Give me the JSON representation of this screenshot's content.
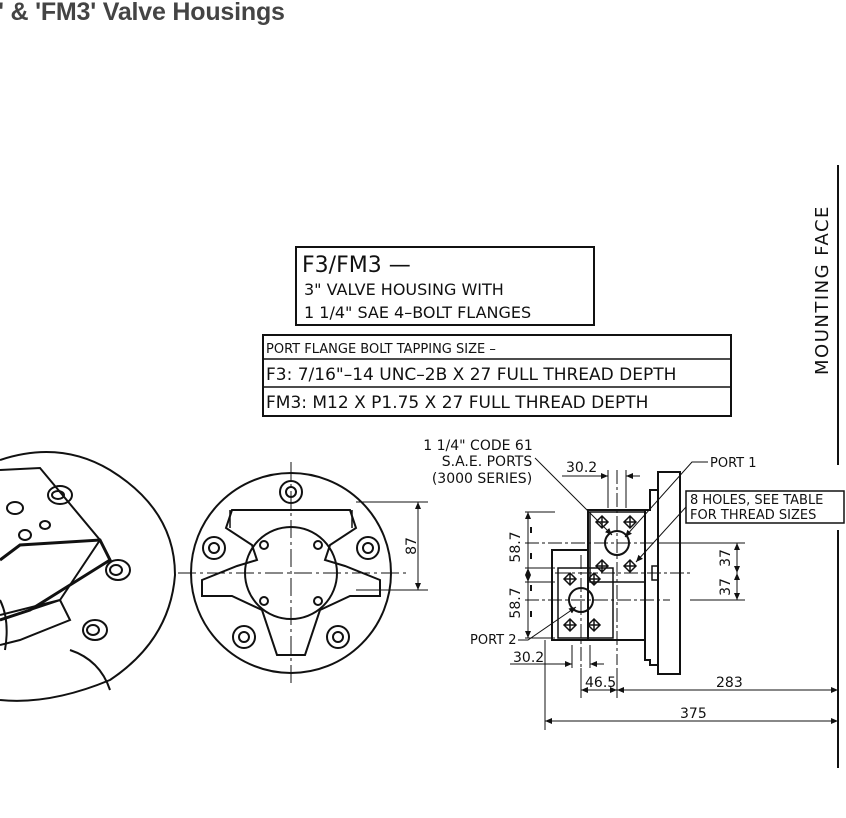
{
  "page": {
    "title": "' & 'FM3' Valve Housings"
  },
  "title_box": {
    "line1": "F3/FM3 —",
    "line2": "3\" VALVE HOUSING WITH",
    "line3": "1 1/4\" SAE 4–BOLT FLANGES"
  },
  "tapping_table": {
    "header": "PORT FLANGE BOLT TAPPING SIZE –",
    "rows": [
      "F3:  7/16\"–14 UNC–2B X 27 FULL THREAD DEPTH",
      "FM3:  M12 X P1.75 X 27 FULL THREAD DEPTH"
    ]
  },
  "mounting_face_label": "MOUNTING FACE",
  "callouts": {
    "ports_line1": "1 1/4\" CODE 61",
    "ports_line2": "S.A.E. PORTS",
    "ports_line3": "(3000 SERIES)",
    "port1": "PORT 1",
    "port2": "PORT 2",
    "holes_line1": "8 HOLES, SEE TABLE",
    "holes_line2": "FOR THREAD SIZES"
  },
  "dimensions": {
    "d87": "87",
    "d30_2_top": "30.2",
    "d58_7_top": "58.7",
    "d58_7_bottom": "58.7",
    "d37_a": "37",
    "d37_b": "37",
    "d30_2_bottom": "30.2",
    "d46_5": "46.5",
    "d283": "283",
    "d375": "375"
  },
  "colors": {
    "title": "#444444",
    "ink": "#111111",
    "background": "#ffffff"
  }
}
